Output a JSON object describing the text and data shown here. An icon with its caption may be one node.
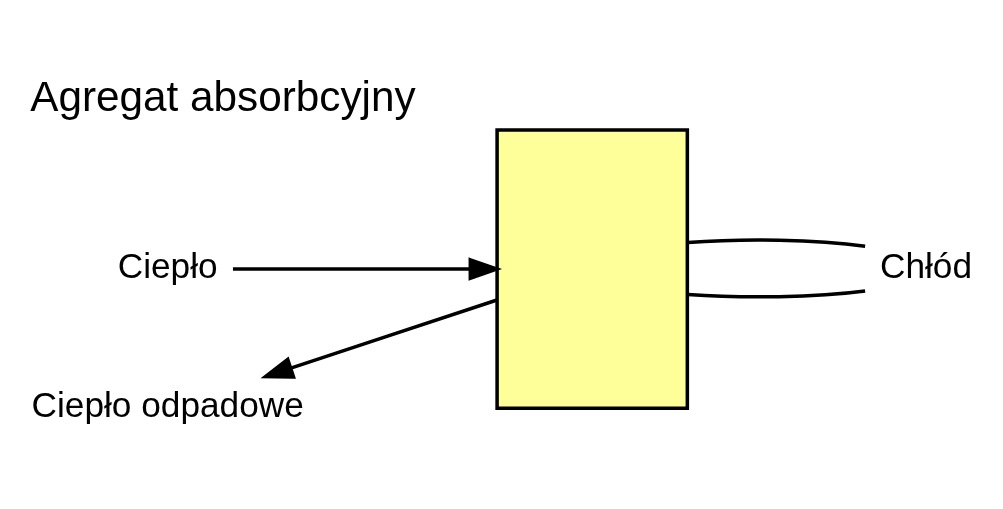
{
  "diagram": {
    "title": "Agregat absorbcyjny",
    "nodes": [
      {
        "text": [
          "Ciepło"
        ]
      },
      {
        "text": [],
        "shape": "box"
      },
      {
        "text": [
          "Chłód"
        ]
      },
      {
        "text": [
          "Ciepło odpadowe"
        ]
      }
    ],
    "edges": [
      {
        "from": 0,
        "to": 1,
        "arrow": "to"
      },
      {
        "from": 1,
        "to": 2,
        "arrow": "none"
      },
      {
        "from": 1,
        "to": 2,
        "arrow": "none"
      },
      {
        "from": 1,
        "to": 3,
        "arrow": "to"
      }
    ]
  }
}
